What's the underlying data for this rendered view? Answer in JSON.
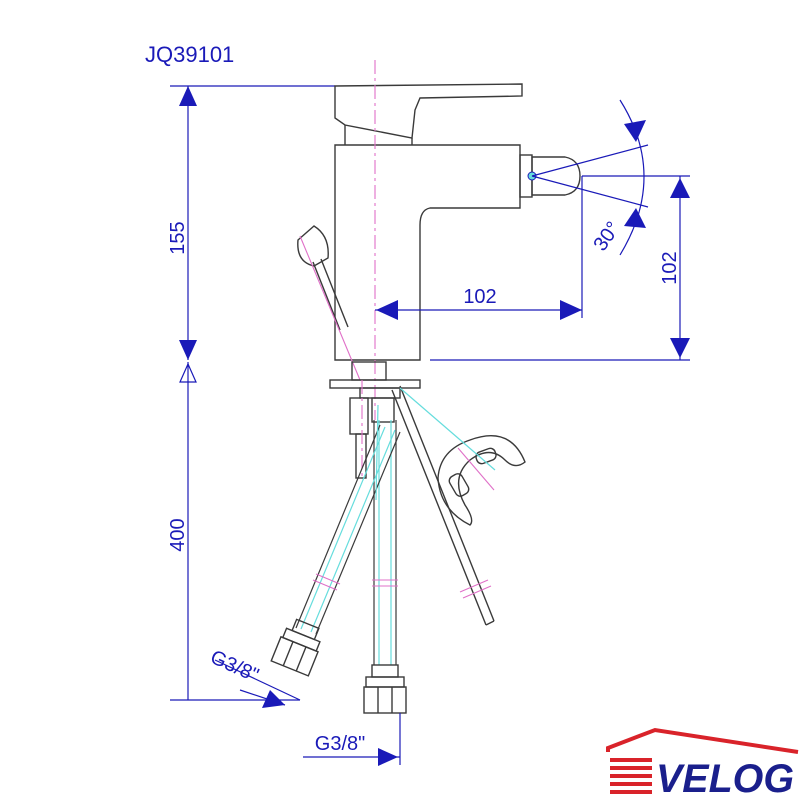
{
  "drawing": {
    "model": "JQ39101",
    "dimensions": {
      "height_upper": "155",
      "height_lower": "400",
      "reach_horizontal": "102",
      "outlet_height": "102",
      "spray_angle": "30°"
    },
    "connections": {
      "hose_left": "G3/8\"",
      "hose_center": "G3/8\""
    }
  },
  "logo": {
    "brand": "VELOG",
    "colors": {
      "roof": "#d9232a",
      "text": "#1a1f8c"
    }
  },
  "colors": {
    "dimension": "#1a1ab8",
    "outline": "#3a3a3a",
    "centerline": "#e070c8",
    "hose": "#66dddd"
  }
}
